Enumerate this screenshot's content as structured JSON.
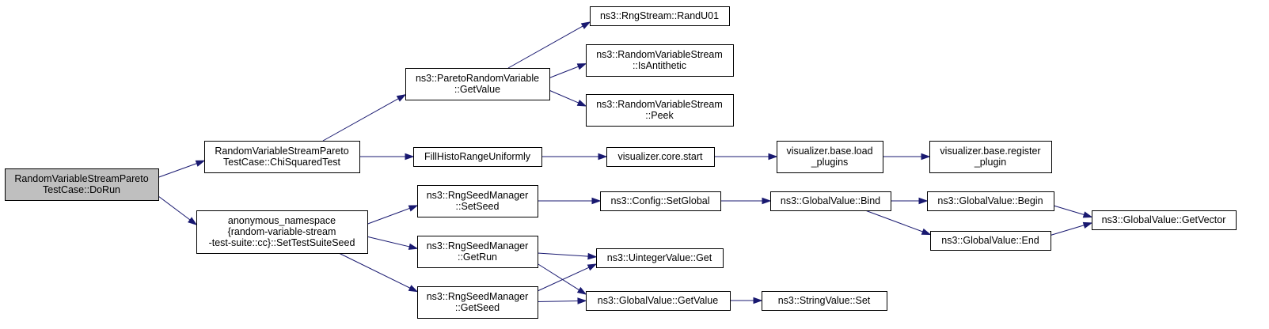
{
  "diagram": {
    "title": "",
    "nodes": [
      {
        "id": "n0",
        "lines": [
          "RandomVariableStreamPareto",
          "TestCase::DoRun"
        ],
        "is_root": true
      },
      {
        "id": "n1",
        "lines": [
          "RandomVariableStreamPareto",
          "TestCase::ChiSquaredTest"
        ]
      },
      {
        "id": "n2",
        "lines": [
          "anonymous_namespace",
          "{random-variable-stream",
          "-test-suite::cc}::SetTestSuiteSeed"
        ]
      },
      {
        "id": "n3",
        "lines": [
          "ns3::ParetoRandomVariable",
          "::GetValue"
        ]
      },
      {
        "id": "n4",
        "lines": [
          "FillHistoRangeUniformly"
        ]
      },
      {
        "id": "n5",
        "lines": [
          "ns3::RngStream::RandU01"
        ]
      },
      {
        "id": "n6",
        "lines": [
          "ns3::RandomVariableStream",
          "::IsAntithetic"
        ]
      },
      {
        "id": "n7",
        "lines": [
          "ns3::RandomVariableStream",
          "::Peek"
        ]
      },
      {
        "id": "n8",
        "lines": [
          "visualizer.core.start"
        ]
      },
      {
        "id": "n9",
        "lines": [
          "visualizer.base.load",
          "_plugins"
        ]
      },
      {
        "id": "n10",
        "lines": [
          "visualizer.base.register",
          "_plugin"
        ]
      },
      {
        "id": "n11",
        "lines": [
          "ns3::RngSeedManager",
          "::SetSeed"
        ]
      },
      {
        "id": "n12",
        "lines": [
          "ns3::RngSeedManager",
          "::GetRun"
        ]
      },
      {
        "id": "n13",
        "lines": [
          "ns3::RngSeedManager",
          "::GetSeed"
        ]
      },
      {
        "id": "n14",
        "lines": [
          "ns3::Config::SetGlobal"
        ]
      },
      {
        "id": "n15",
        "lines": [
          "ns3::GlobalValue::Bind"
        ]
      },
      {
        "id": "n16",
        "lines": [
          "ns3::GlobalValue::Begin"
        ]
      },
      {
        "id": "n17",
        "lines": [
          "ns3::GlobalValue::End"
        ]
      },
      {
        "id": "n18",
        "lines": [
          "ns3::GlobalValue::GetVector"
        ]
      },
      {
        "id": "n19",
        "lines": [
          "ns3::UintegerValue::Get"
        ]
      },
      {
        "id": "n20",
        "lines": [
          "ns3::GlobalValue::GetValue"
        ]
      },
      {
        "id": "n21",
        "lines": [
          "ns3::StringValue::Set"
        ]
      }
    ],
    "edges": [
      {
        "from": "n0",
        "to": "n1"
      },
      {
        "from": "n0",
        "to": "n2"
      },
      {
        "from": "n1",
        "to": "n3"
      },
      {
        "from": "n1",
        "to": "n4"
      },
      {
        "from": "n3",
        "to": "n5"
      },
      {
        "from": "n3",
        "to": "n6"
      },
      {
        "from": "n3",
        "to": "n7"
      },
      {
        "from": "n4",
        "to": "n8"
      },
      {
        "from": "n8",
        "to": "n9"
      },
      {
        "from": "n9",
        "to": "n10"
      },
      {
        "from": "n2",
        "to": "n11"
      },
      {
        "from": "n2",
        "to": "n12"
      },
      {
        "from": "n2",
        "to": "n13"
      },
      {
        "from": "n11",
        "to": "n14"
      },
      {
        "from": "n14",
        "to": "n15"
      },
      {
        "from": "n15",
        "to": "n16"
      },
      {
        "from": "n15",
        "to": "n17"
      },
      {
        "from": "n16",
        "to": "n18"
      },
      {
        "from": "n17",
        "to": "n18"
      },
      {
        "from": "n12",
        "to": "n19"
      },
      {
        "from": "n12",
        "to": "n20"
      },
      {
        "from": "n13",
        "to": "n19"
      },
      {
        "from": "n13",
        "to": "n20"
      },
      {
        "from": "n20",
        "to": "n21"
      }
    ]
  },
  "colors": {
    "edge": "#191970",
    "root_fill": "#bfbfbf",
    "node_fill": "#ffffff",
    "node_border": "#000000"
  }
}
